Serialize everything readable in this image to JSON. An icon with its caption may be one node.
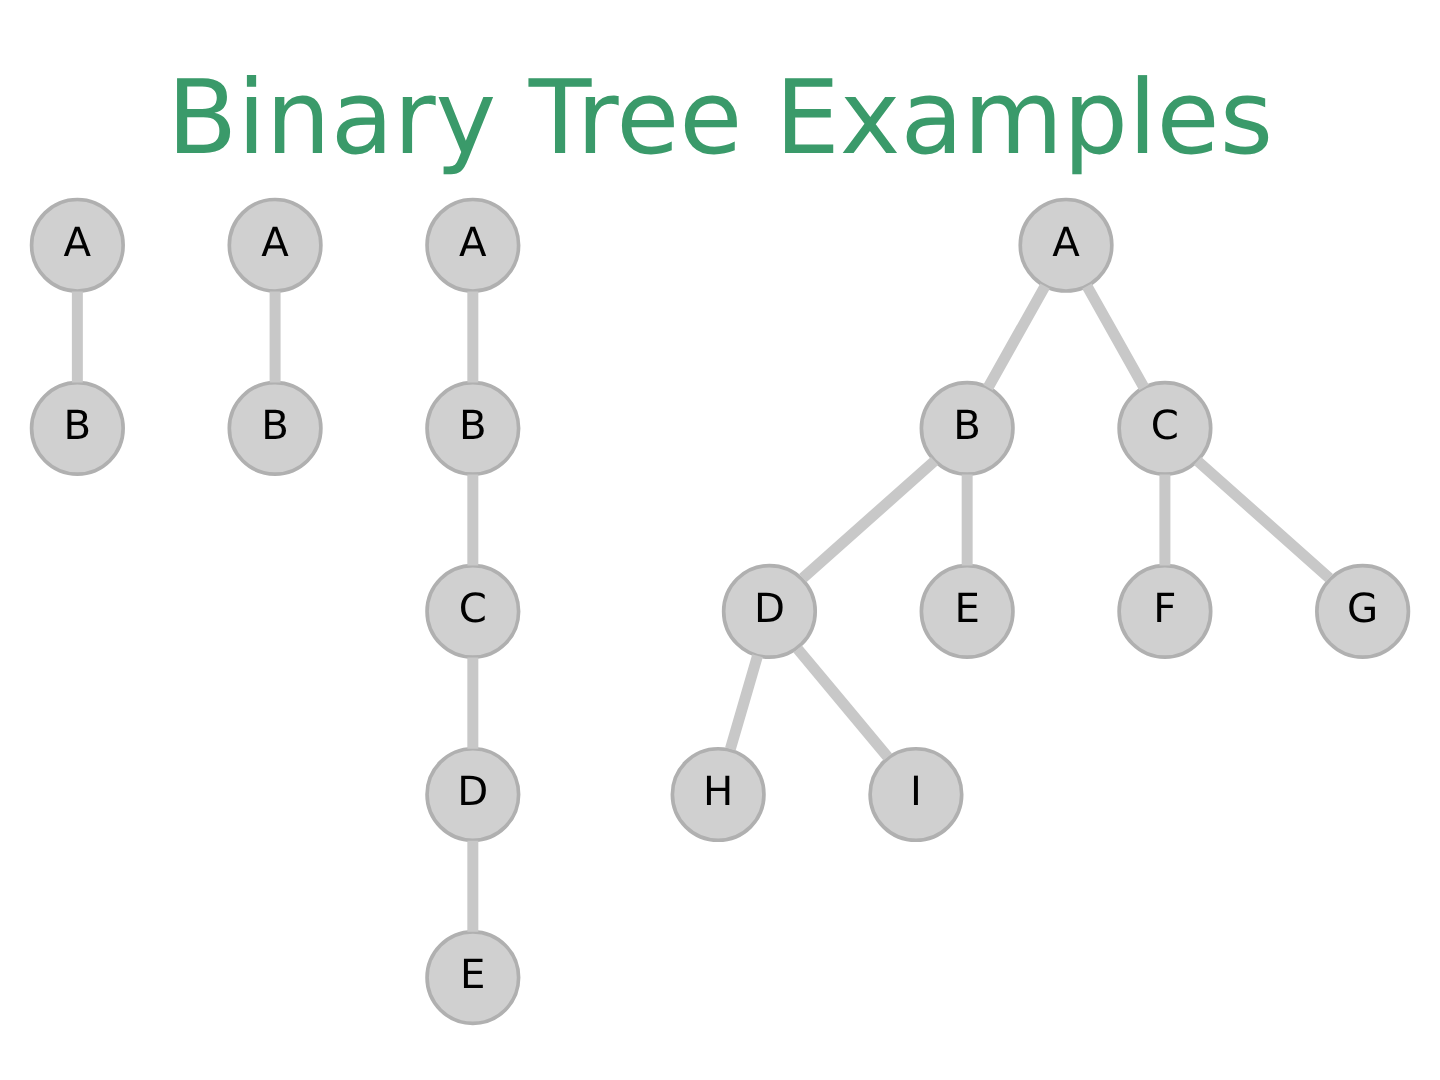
{
  "diagram": {
    "title": "Binary Tree Examples",
    "nodes": [
      {
        "text": [
          "A"
        ]
      },
      {
        "text": [
          "B"
        ]
      },
      {
        "text": [
          "A"
        ]
      },
      {
        "text": [
          "B"
        ]
      },
      {
        "text": [
          "A"
        ]
      },
      {
        "text": [
          "B"
        ]
      },
      {
        "text": [
          "C"
        ]
      },
      {
        "text": [
          "D"
        ]
      },
      {
        "text": [
          "E"
        ]
      },
      {
        "text": [
          "A"
        ]
      },
      {
        "text": [
          "B"
        ]
      },
      {
        "text": [
          "C"
        ]
      },
      {
        "text": [
          "D"
        ]
      },
      {
        "text": [
          "E"
        ]
      },
      {
        "text": [
          "F"
        ]
      },
      {
        "text": [
          "G"
        ]
      },
      {
        "text": [
          "H"
        ]
      },
      {
        "text": [
          "I"
        ]
      }
    ],
    "edges": [
      {
        "from": 0,
        "to": 1,
        "arrow": "none"
      },
      {
        "from": 2,
        "to": 3,
        "arrow": "none"
      },
      {
        "from": 4,
        "to": 5,
        "arrow": "none"
      },
      {
        "from": 5,
        "to": 6,
        "arrow": "none"
      },
      {
        "from": 6,
        "to": 7,
        "arrow": "none"
      },
      {
        "from": 7,
        "to": 8,
        "arrow": "none"
      },
      {
        "from": 9,
        "to": 10,
        "arrow": "none"
      },
      {
        "from": 9,
        "to": 11,
        "arrow": "none"
      },
      {
        "from": 10,
        "to": 12,
        "arrow": "none"
      },
      {
        "from": 10,
        "to": 13,
        "arrow": "none"
      },
      {
        "from": 11,
        "to": 14,
        "arrow": "none"
      },
      {
        "from": 11,
        "to": 15,
        "arrow": "none"
      },
      {
        "from": 12,
        "to": 16,
        "arrow": "none"
      },
      {
        "from": 12,
        "to": 17,
        "arrow": "none"
      }
    ]
  }
}
